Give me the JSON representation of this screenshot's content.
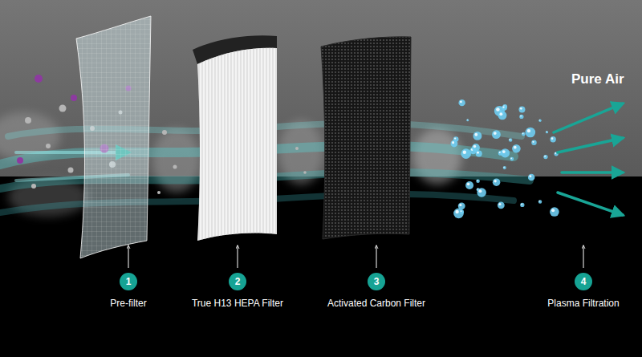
{
  "diagram": {
    "nodes": [
      {
        "text": [
          "1",
          "Pre-filter"
        ]
      },
      {
        "text": [
          "2",
          "True H13 HEPA Filter"
        ]
      },
      {
        "text": [
          "3",
          "Activated Carbon Filter"
        ]
      },
      {
        "text": [
          "4",
          "Plasma Filtration"
        ]
      }
    ],
    "labels": [
      "Pure Air"
    ]
  }
}
